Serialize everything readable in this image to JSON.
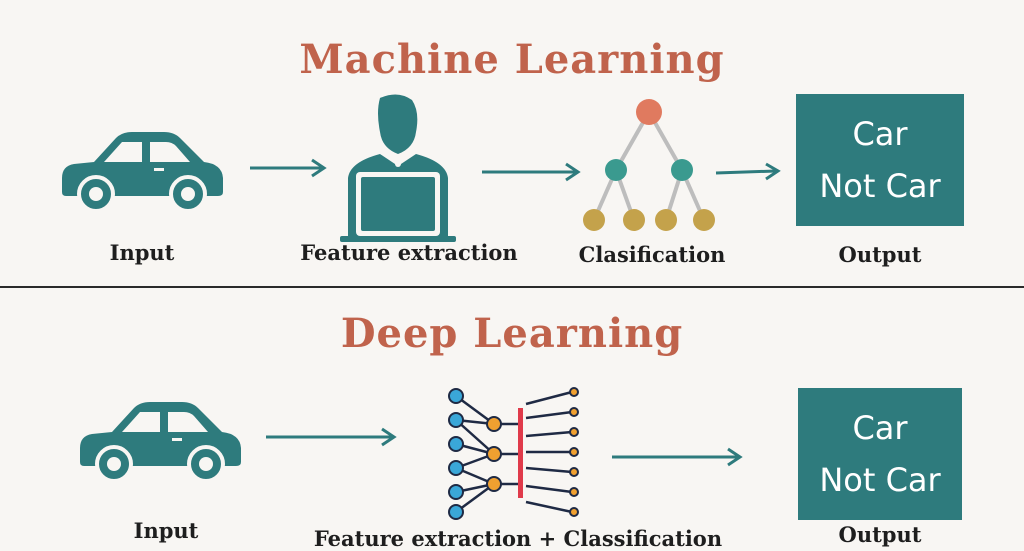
{
  "machine_learning": {
    "title": "Machine Learning",
    "labels": {
      "input": "Input",
      "feature_extraction": "Feature extraction",
      "classification": "Clasification",
      "output": "Output"
    },
    "output_box": {
      "line1": "Car",
      "line2": "Not Car"
    }
  },
  "deep_learning": {
    "title": "Deep Learning",
    "labels": {
      "input": "Input",
      "feature_extraction_classification": "Feature extraction + Classification",
      "output": "Output"
    },
    "output_box": {
      "line1": "Car",
      "line2": "Not Car"
    }
  },
  "colors": {
    "title": "#c0634c",
    "icon_teal": "#2e7b7d",
    "tree_root": "#e07a5f",
    "tree_mid": "#3a9a8f",
    "tree_leaf": "#c4a24b",
    "nn_blue": "#3aa7d8",
    "nn_orange": "#f0a030",
    "nn_red": "#e03a4a"
  }
}
